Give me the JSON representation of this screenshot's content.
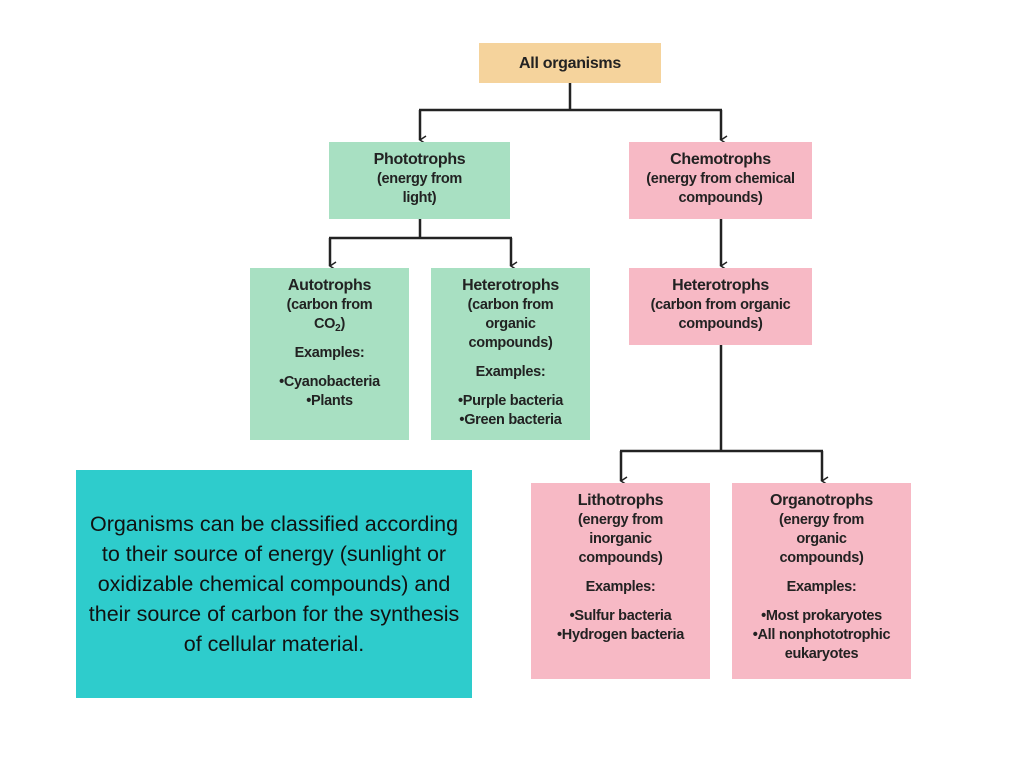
{
  "nodes": {
    "root": {
      "title": "All organisms"
    },
    "phototrophs": {
      "title": "Phototrophs",
      "lines": [
        "(energy from",
        "light)"
      ]
    },
    "chemotrophs": {
      "title": "Chemotrophs",
      "lines": [
        "(energy from chemical",
        "compounds)"
      ]
    },
    "autotrophs": {
      "title": "Autotrophs",
      "lines": [
        "(carbon from"
      ],
      "co2_base": "CO",
      "co2_sub": "2",
      "co2_close": ")",
      "examples_label": "Examples:",
      "examples": [
        "•Cyanobacteria",
        "•Plants"
      ]
    },
    "photo_heterotrophs": {
      "title": "Heterotrophs",
      "lines": [
        "(carbon from",
        "organic",
        "compounds)"
      ],
      "examples_label": "Examples:",
      "examples": [
        "•Purple bacteria",
        "•Green bacteria"
      ]
    },
    "chemo_heterotrophs": {
      "title": "Heterotrophs",
      "lines": [
        "(carbon from organic",
        "compounds)"
      ]
    },
    "lithotrophs": {
      "title": "Lithotrophs",
      "lines": [
        "(energy from",
        "inorganic",
        "compounds)"
      ],
      "examples_label": "Examples:",
      "examples": [
        "•Sulfur bacteria",
        "•Hydrogen bacteria"
      ]
    },
    "organotrophs": {
      "title": "Organotrophs",
      "lines": [
        "(energy from",
        "organic",
        "compounds)"
      ],
      "examples_label": "Examples:",
      "examples": [
        "•Most prokaryotes",
        "•All nonphototrophic",
        "eukaryotes"
      ]
    }
  },
  "caption": "Organisms can be classified according to their source of energy (sunlight or oxidizable chemical compounds) and their source of carbon for the synthesis of cellular material.",
  "colors": {
    "root": "#f5d39c",
    "phototroph_branch": "#a8e0c2",
    "chemotroph_branch": "#f7b9c5",
    "caption_box": "#2ecccc",
    "connector": "#222222"
  }
}
